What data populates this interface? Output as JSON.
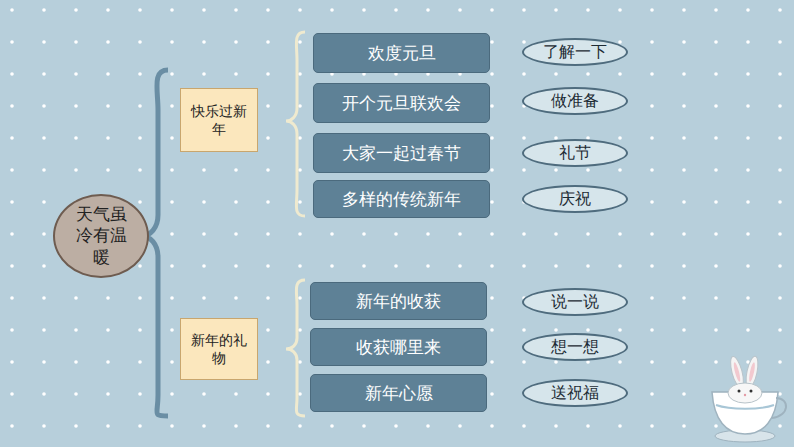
{
  "diagram": {
    "nodes": [
      {
        "text": [
          "天气虽冷有温暖"
        ]
      },
      {
        "text": [
          "快乐过新年"
        ]
      },
      {
        "text": [
          "欢度元旦"
        ]
      },
      {
        "text": [
          "了解一下"
        ]
      },
      {
        "text": [
          "开个元旦联欢会"
        ]
      },
      {
        "text": [
          "做准备"
        ]
      },
      {
        "text": [
          "大家一起过春节"
        ]
      },
      {
        "text": [
          "礼节"
        ]
      },
      {
        "text": [
          "多样的传统新年"
        ]
      },
      {
        "text": [
          "庆祝"
        ]
      },
      {
        "text": [
          "新年的礼物"
        ]
      },
      {
        "text": [
          "新年的收获"
        ]
      },
      {
        "text": [
          "说一说"
        ]
      },
      {
        "text": [
          "收获哪里来"
        ]
      },
      {
        "text": [
          "想一想"
        ]
      },
      {
        "text": [
          "新年心愿"
        ]
      },
      {
        "text": [
          "送祝福"
        ]
      }
    ]
  }
}
